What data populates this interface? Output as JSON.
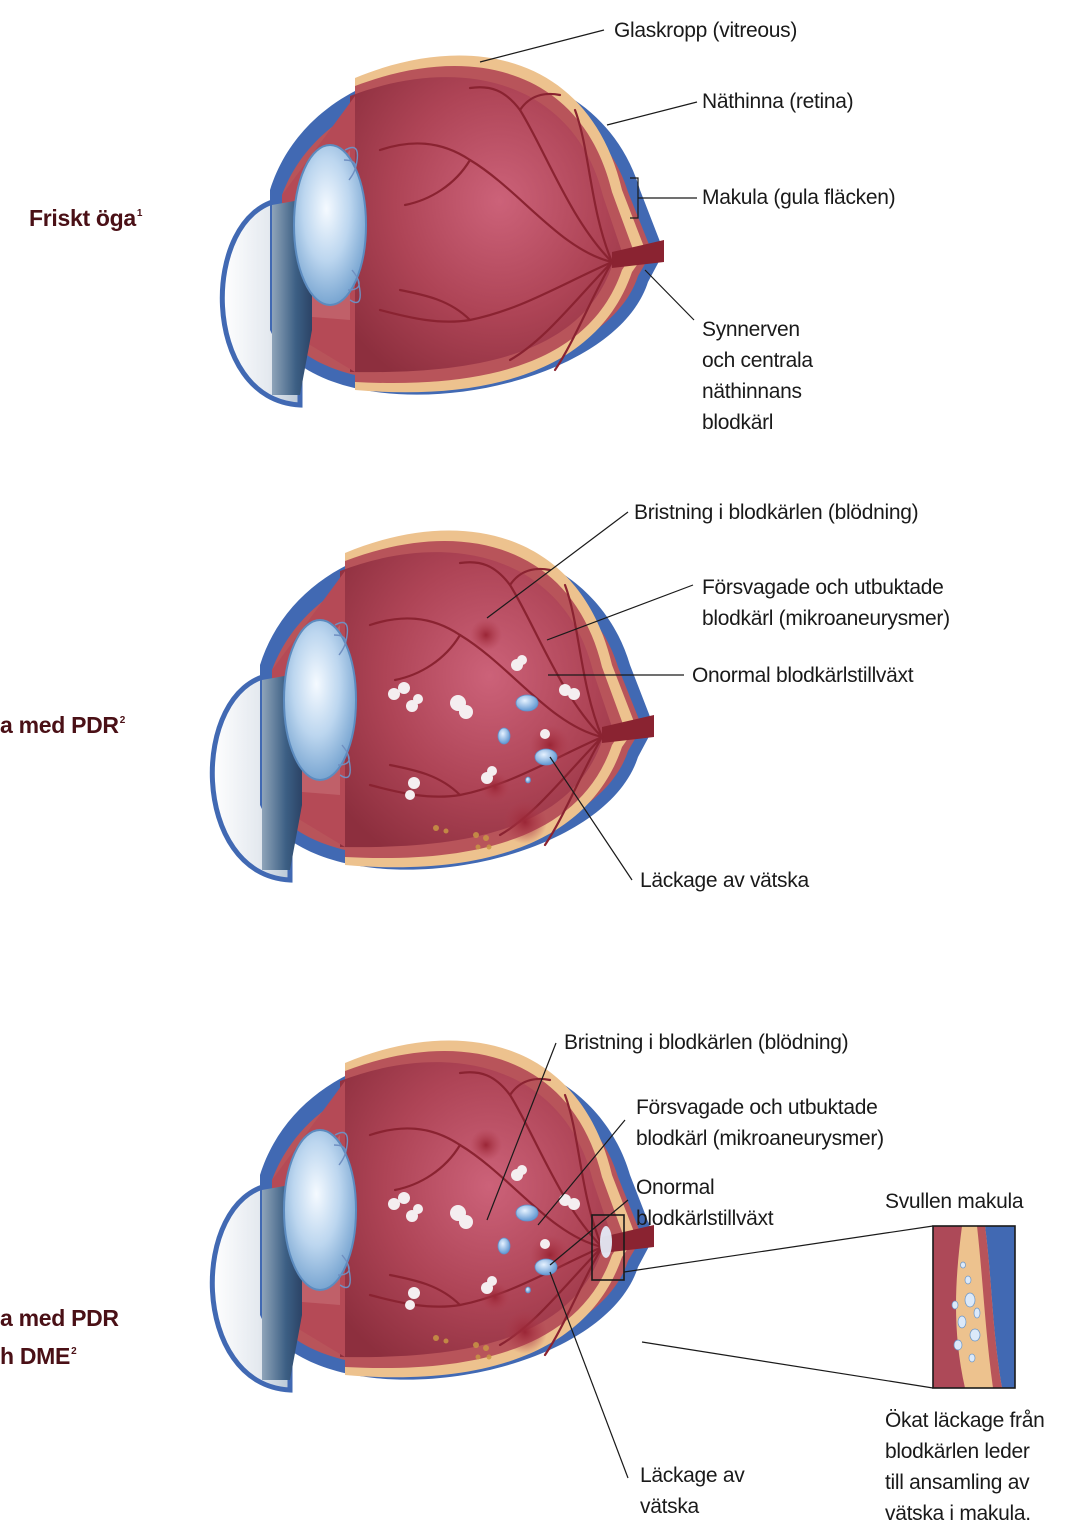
{
  "colors": {
    "sclera_blue": "#4169b3",
    "retina_red": "#b8545a",
    "vitreous": "#a8434f",
    "fat_layer": "#edc28e",
    "title_dark_red": "#4a1016",
    "label_text": "#1a1a1a"
  },
  "panels": [
    {
      "title": "Friskt öga",
      "title_sup": "1",
      "labels": {
        "vitreous": "Glaskropp (vitreous)",
        "retina": "Näthinna (retina)",
        "macula": "Makula (gula fläcken)",
        "optic_nerve": [
          "Synnerven",
          "och centrala",
          "näthinnans",
          "blodkärl"
        ]
      }
    },
    {
      "title": "a med PDR",
      "title_sup": "2",
      "labels": {
        "hemorrhage": "Bristning i blodkärlen (blödning)",
        "microaneurysms": [
          "Försvagade och utbuktade",
          "blodkärl (mikroaneurysmer)"
        ],
        "neovascularization": "Onormal blodkärlstillväxt",
        "leakage": "Läckage av vätska"
      }
    },
    {
      "title_lines": [
        "a med PDR",
        "h DME"
      ],
      "title_sup": "2",
      "labels": {
        "hemorrhage": "Bristning i blodkärlen (blödning)",
        "microaneurysms": [
          "Försvagade och utbuktade",
          "blodkärl (mikroaneurysmer)"
        ],
        "neovascularization": [
          "Onormal",
          "blodkärlstillväxt"
        ],
        "leakage": [
          "Läckage av",
          "vätska"
        ],
        "swollen_macula": "Svullen makula",
        "note": [
          "Ökat läckage från",
          "blodkärlen leder",
          "till ansamling av",
          "vätska i makula."
        ]
      }
    }
  ]
}
